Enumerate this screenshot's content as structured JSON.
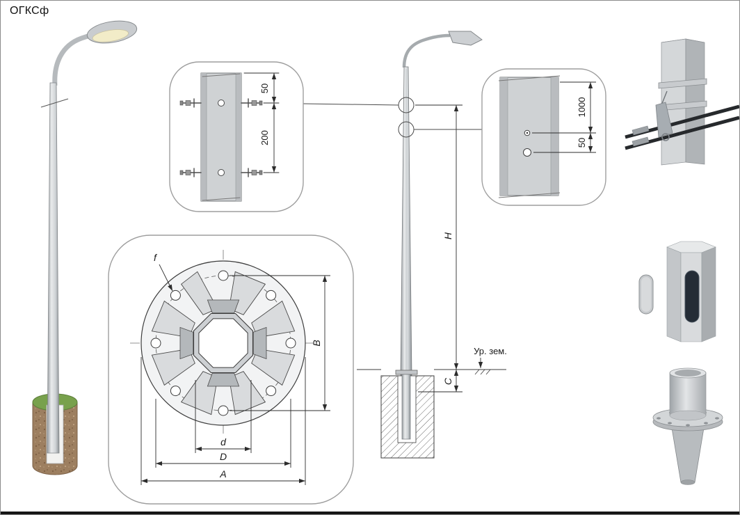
{
  "page": {
    "title": "ОГКСф"
  },
  "bolt_detail": {
    "dim_top": "50",
    "dim_bottom": "200"
  },
  "hole_detail": {
    "dim_top": "1000",
    "dim_bottom": "50"
  },
  "flange": {
    "dim_f": "f",
    "dim_B": "B",
    "dim_d": "d",
    "dim_D": "D",
    "dim_A": "A"
  },
  "elevation": {
    "dim_H": "H",
    "dim_C": "C",
    "ground_label": "Ур. зем."
  },
  "colors": {
    "line": "#3c3c3c",
    "steel": "#d2d5d7",
    "soil": "#9d7f60",
    "grass": "#78a14c",
    "callout_border": "#9e9e9e"
  }
}
